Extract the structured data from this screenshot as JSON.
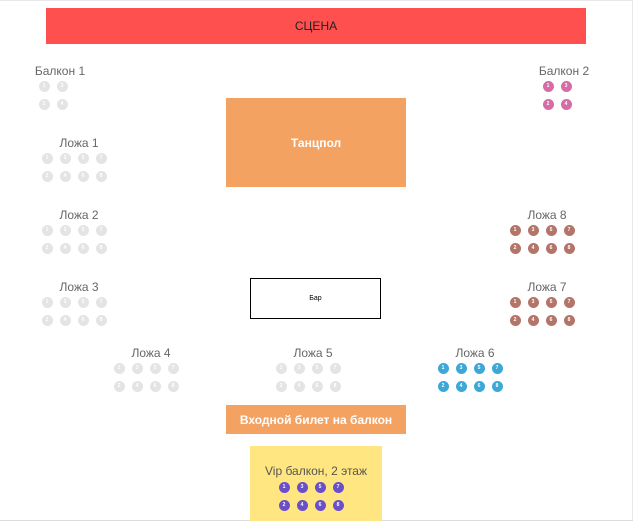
{
  "stage_label": "СЦЕНА",
  "dancefloor_label": "Танцпол",
  "bar_label": "Бар",
  "ticket_label": "Входной билет на балкон",
  "vip_label": "Vip балкон, 2 этаж",
  "colors": {
    "stage": "#ff5050",
    "dancefloor": "#f4a261",
    "vip": "#ffe680",
    "unavailable": "#e4e4e4",
    "balcony2": "#d66ba6",
    "lodge_brown": "#b3756a",
    "lodge_blue": "#3fa7d6",
    "vip_seat": "#6a4fc9"
  },
  "sections": {
    "balcony1": {
      "title": "Балкон 1",
      "row1": [
        "1",
        "3"
      ],
      "row2": [
        "2",
        "4"
      ],
      "status": "unavailable"
    },
    "balcony2": {
      "title": "Балкон 2",
      "row1": [
        "1",
        "3"
      ],
      "row2": [
        "2",
        "4"
      ],
      "status": "available"
    },
    "lodge1": {
      "title": "Ложа 1",
      "row1": [
        "1",
        "3",
        "5",
        "7"
      ],
      "row2": [
        "2",
        "4",
        "6",
        "8"
      ],
      "status": "unavailable"
    },
    "lodge2": {
      "title": "Ложа 2",
      "row1": [
        "1",
        "3",
        "5",
        "7"
      ],
      "row2": [
        "2",
        "4",
        "6",
        "8"
      ],
      "status": "unavailable"
    },
    "lodge3": {
      "title": "Ложа 3",
      "row1": [
        "1",
        "3",
        "5",
        "7"
      ],
      "row2": [
        "2",
        "4",
        "6",
        "8"
      ],
      "status": "unavailable"
    },
    "lodge4": {
      "title": "Ложа 4",
      "row1": [
        "1",
        "3",
        "5",
        "7"
      ],
      "row2": [
        "2",
        "4",
        "6",
        "8"
      ],
      "status": "unavailable"
    },
    "lodge5": {
      "title": "Ложа 5",
      "row1": [
        "1",
        "3",
        "5",
        "7"
      ],
      "row2": [
        "2",
        "4",
        "6",
        "8"
      ],
      "status": "unavailable"
    },
    "lodge6": {
      "title": "Ложа 6",
      "row1": [
        "1",
        "3",
        "5",
        "7"
      ],
      "row2": [
        "2",
        "4",
        "6",
        "8"
      ],
      "status": "available"
    },
    "lodge7": {
      "title": "Ложа 7",
      "row1": [
        "1",
        "3",
        "5",
        "7"
      ],
      "row2": [
        "2",
        "4",
        "6",
        "8"
      ],
      "status": "available"
    },
    "lodge8": {
      "title": "Ложа 8",
      "row1": [
        "1",
        "3",
        "5",
        "7"
      ],
      "row2": [
        "2",
        "4",
        "6",
        "8"
      ],
      "status": "available"
    },
    "vip": {
      "row1": [
        "1",
        "3",
        "5",
        "7"
      ],
      "row2": [
        "2",
        "4",
        "6",
        "8"
      ],
      "status": "available"
    }
  }
}
